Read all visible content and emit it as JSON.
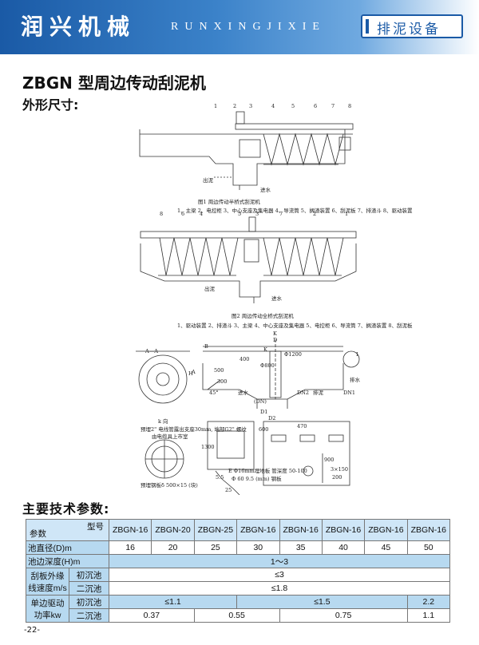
{
  "header": {
    "brand": "润兴机械",
    "brand_pinyin": "RUNXINGJIXIE",
    "category": "排泥设备"
  },
  "page": {
    "title": "ZBGN 型周边传动刮泥机",
    "subtitle": "外形尺寸:",
    "spec_title": "主要技术参数:",
    "page_number": "-22-"
  },
  "figures": {
    "fig1_caption": "图1  周边传动半桥式刮泥机",
    "fig1_legend": "1、主梁 2、电控柜 3、中心支座及集电器 4、导流筒 5、搁渣装置 6、刮泥板 7、排渣斗 8、驱动装置",
    "fig2_caption": "图2  周边传动全桥式刮泥机",
    "fig2_legend": "1、驱动装置 2、排渣斗 3、主梁 4、中心支座及集电器 5、电控柜 6、导流筒 7、搁渣装置 8、刮泥板",
    "fig1_numbers": [
      "1",
      "2",
      "3",
      "4",
      "5",
      "6",
      "7",
      "8"
    ],
    "fig2_numbers": [
      "8",
      "6",
      "4",
      "5",
      "3",
      "7",
      "2",
      "1"
    ],
    "fig1_labels": {
      "outlet": "出泥",
      "inlet": "进水"
    },
    "fig2_labels": {
      "outlet": "出泥",
      "inlet": "进水"
    },
    "fig3_labels": {
      "D": "D",
      "B": "B",
      "K": "K",
      "H": "H",
      "D1": "D1",
      "D2": "D2",
      "DN": "(DN)",
      "DN2": "DN2",
      "DN1": "DN1",
      "dim400": "400",
      "dim1200": "Φ1200",
      "dim800": "Φ800",
      "dim500": "500",
      "dim300": "300",
      "angle": "45°",
      "inlet": "进水",
      "outlet": "排泥",
      "overflow": "排水",
      "section": "A—A",
      "A": "A",
      "Ktop": "K",
      "I": "I"
    },
    "fig4_labels": {
      "kview": "k 向",
      "note1": "预埋2\" 电线管露出支座30mm, 端部G2\" 螺纹",
      "note2": "由电缆具上市室",
      "note3": "预埋钢板δ 500×15 (块)",
      "note4": "E  Φ16mm埋地板 管深度 50-100",
      "note5": "Φ 60  9.5 (mm) 钢板",
      "dim600": "600",
      "dim470": "470",
      "dim1300": "1300",
      "dim900": "900",
      "dim3x150": "3×150",
      "dim200": "200",
      "dim55": "5.5",
      "dim25": "25"
    }
  },
  "spec_table": {
    "corner_model": "型号",
    "corner_param": "参数",
    "models": [
      "ZBGN-16",
      "ZBGN-20",
      "ZBGN-25",
      "ZBGN-16",
      "ZBGN-16",
      "ZBGN-16",
      "ZBGN-16",
      "ZBGN-16"
    ],
    "diameter_label": "池直径(D)m",
    "diameters": [
      "16",
      "20",
      "25",
      "30",
      "35",
      "40",
      "45",
      "50"
    ],
    "depth_label": "池边深度(H)m",
    "depth_value": "1～3",
    "speed_label_1": "刮板外缘",
    "speed_label_2": "线速度m/s",
    "primary": "初沉池",
    "secondary": "二沉池",
    "speed_primary": "≤3",
    "speed_secondary": "≤1.8",
    "power_label_1": "单边驱动",
    "power_label_2": "功率kw",
    "power_primary": [
      "≤1.1",
      "≤1.5",
      "2.2"
    ],
    "power_secondary": [
      "0.37",
      "0.55",
      "0.75",
      "1.1"
    ]
  }
}
